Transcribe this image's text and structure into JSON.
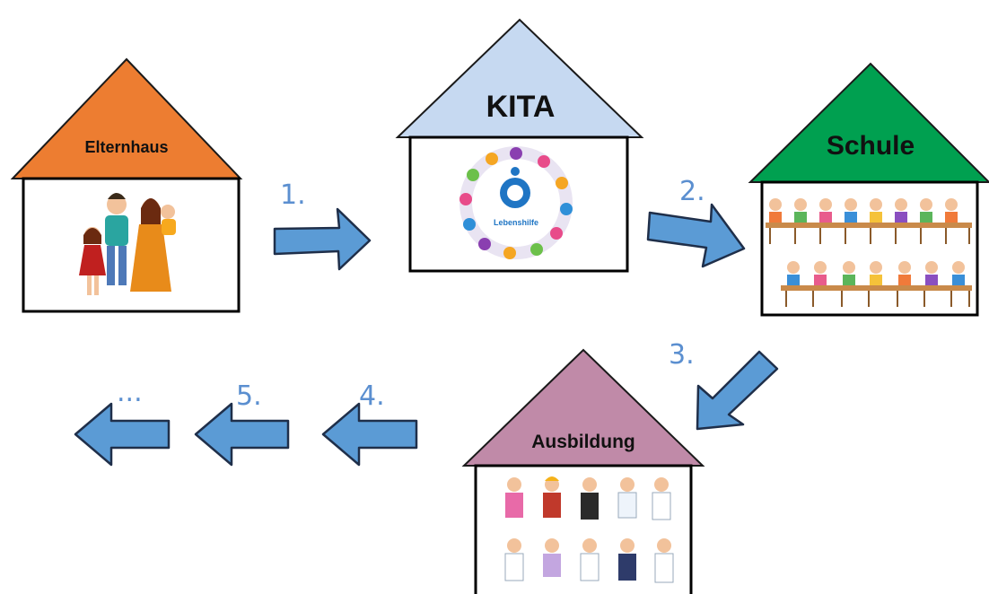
{
  "houses": {
    "elternhaus": {
      "label": "Elternhaus",
      "roof_color": "#ed7d31"
    },
    "kita": {
      "label": "KITA",
      "roof_color": "#c6d9f1",
      "logo_text": "Lebenshilfe"
    },
    "schule": {
      "label": "Schule",
      "roof_color": "#00a050"
    },
    "ausbildung": {
      "label": "Ausbildung",
      "roof_color": "#c08aa8"
    }
  },
  "steps": {
    "s1": "1.",
    "s2": "2.",
    "s3": "3.",
    "s4": "4.",
    "s5": "5.",
    "more": "..."
  },
  "colors": {
    "arrow_fill": "#5b9bd5",
    "arrow_stroke": "#1f2f4a",
    "step_text": "#5b8fd0"
  }
}
